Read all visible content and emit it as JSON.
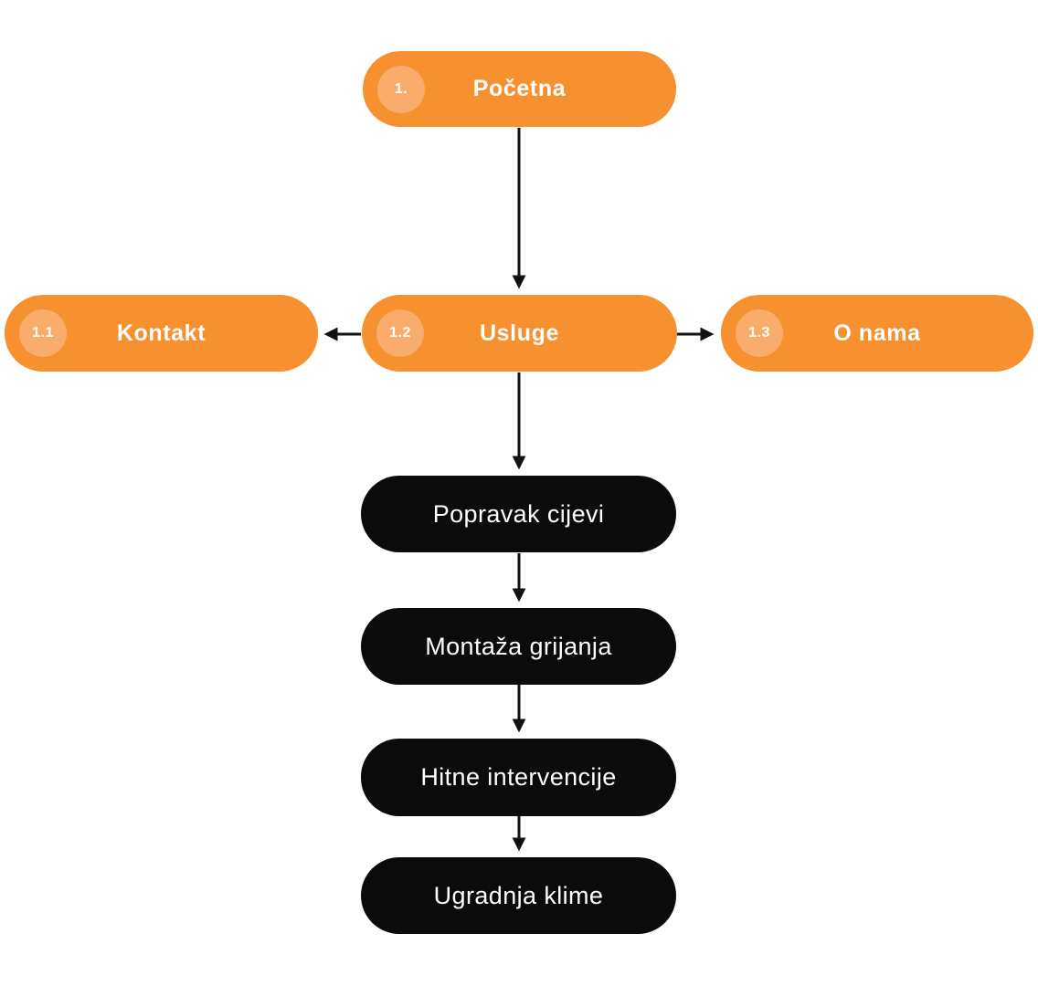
{
  "diagram": {
    "kind": "website-sitemap-flowchart",
    "background": "#FFFFFF"
  },
  "colors": {
    "page_node_fill": "#F7902F",
    "page_badge_fill": "#F9AC6C",
    "service_node_fill": "#0B0B0B",
    "arrow": "#111111",
    "node_text": "#FFFFFF"
  },
  "nodes": {
    "pocetna": {
      "badge": "1.",
      "label": "Početna"
    },
    "kontakt": {
      "badge": "1.1",
      "label": "Kontakt"
    },
    "usluge": {
      "badge": "1.2",
      "label": "Usluge"
    },
    "onama": {
      "badge": "1.3",
      "label": "O nama"
    },
    "service1": {
      "label": "Popravak cijevi"
    },
    "service2": {
      "label": "Montaža grijanja"
    },
    "service3": {
      "label": "Hitne intervencije"
    },
    "service4": {
      "label": "Ugradnja klime"
    }
  },
  "connections": [
    {
      "from": "pocetna",
      "to": "usluge"
    },
    {
      "from": "usluge",
      "to": "kontakt"
    },
    {
      "from": "usluge",
      "to": "onama"
    },
    {
      "from": "usluge",
      "to": "service1"
    },
    {
      "from": "service1",
      "to": "service2"
    },
    {
      "from": "service2",
      "to": "service3"
    },
    {
      "from": "service3",
      "to": "service4"
    }
  ]
}
